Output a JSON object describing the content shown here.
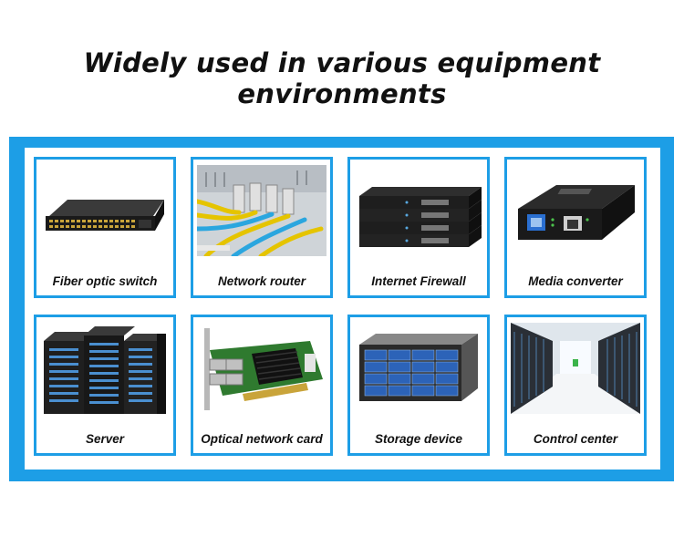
{
  "title": "Widely used in various equipment environments",
  "items": [
    {
      "label": "Fiber optic switch",
      "icon": "fiber-optic-switch-image"
    },
    {
      "label": "Network router",
      "icon": "network-router-image"
    },
    {
      "label": "Internet Firewall",
      "icon": "internet-firewall-image"
    },
    {
      "label": "Media converter",
      "icon": "media-converter-image"
    },
    {
      "label": "Server",
      "icon": "server-image"
    },
    {
      "label": "Optical network card",
      "icon": "optical-network-card-image"
    },
    {
      "label": "Storage device",
      "icon": "storage-device-image"
    },
    {
      "label": "Control center",
      "icon": "control-center-image"
    }
  ],
  "colors": {
    "panel": "#1d9ee6",
    "card_border": "#1d9ee6"
  }
}
